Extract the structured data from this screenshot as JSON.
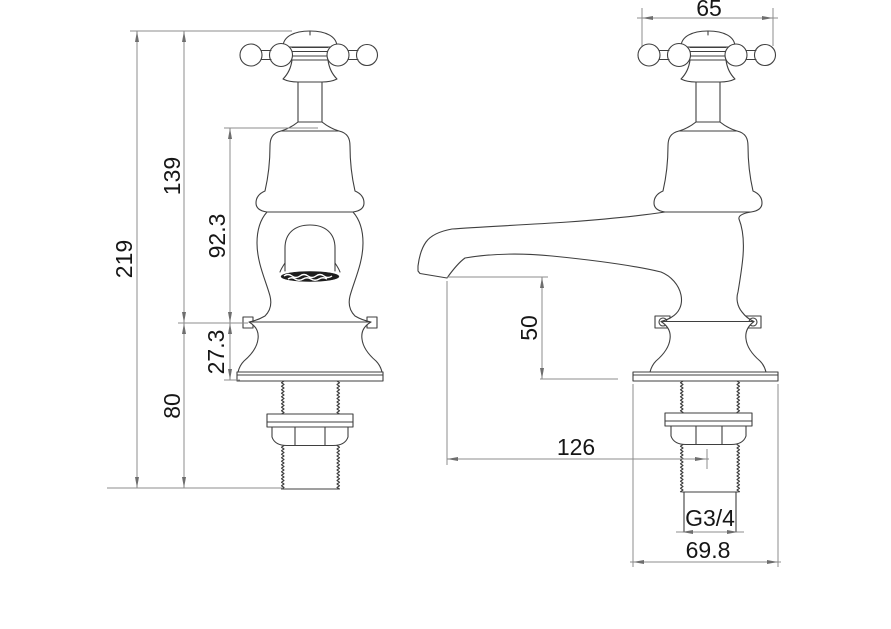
{
  "drawing": {
    "type": "technical-dimension-drawing",
    "subject": "traditional crosshead pillar tap, front and side elevations",
    "background_color": "#ffffff",
    "outline_color": "#3f3f3f",
    "dimension_line_color": "#8c8c8c",
    "text_color": "#161616",
    "views": {
      "front": "front-elevation",
      "side": "side-elevation"
    },
    "dimensions": {
      "overall_height": "219",
      "height_above_base_line": "139",
      "body_height": "92.3",
      "base_skirt_height": "27.3",
      "tail_length": "80",
      "handle_width": "65",
      "spout_clearance": "50",
      "spout_reach": "126",
      "thread_size": "G3/4",
      "base_width": "69.8"
    }
  }
}
